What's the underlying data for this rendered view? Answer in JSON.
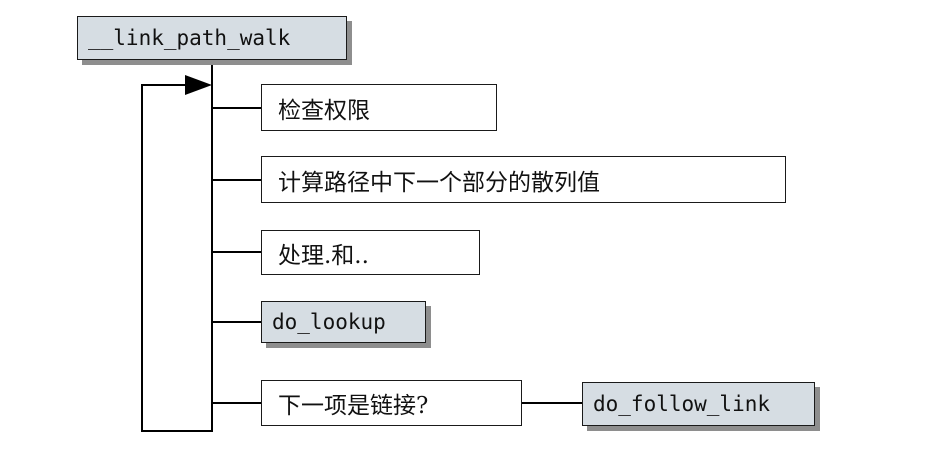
{
  "diagram": {
    "root_function": "__link_path_walk",
    "steps": [
      "检查权限",
      "计算路径中下一个部分的散列值",
      "处理.和..",
      "do_lookup",
      "下一项是链接?"
    ],
    "branch_function": "do_follow_link",
    "colors": {
      "function_fill": "#d6dde3",
      "shadow": "#8e8e8e",
      "stroke": "#000000"
    }
  }
}
